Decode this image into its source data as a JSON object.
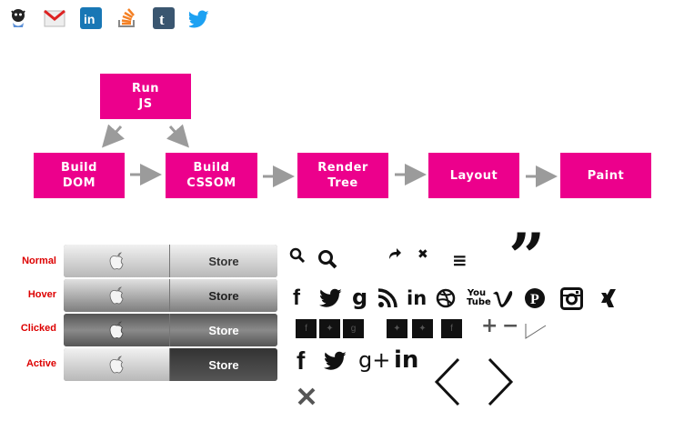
{
  "social_icons": [
    "github-icon",
    "gmail-icon",
    "linkedin-icon",
    "stackoverflow-icon",
    "tumblr-icon",
    "twitter-icon"
  ],
  "flowchart": {
    "nodes": {
      "run_js": "Run\nJS",
      "build_dom": "Build\nDOM",
      "build_cssom": "Build\nCSSOM",
      "render_tree": "Render\nTree",
      "layout": "Layout",
      "paint": "Paint"
    },
    "node_color": "#ec008c",
    "arrow_color": "#999999"
  },
  "store_buttons": {
    "states": [
      "Normal",
      "Hover",
      "Clicked",
      "Active"
    ],
    "label": "Store",
    "state_label_color": "#dd0000"
  },
  "glyphs": {
    "search_small": "⚲",
    "share_arrow": "↪",
    "close_small": "✖",
    "menu": "≡",
    "quote": "”",
    "plus": "+",
    "minus": "−",
    "close_large": "✕",
    "chev_left": "‹",
    "chev_right": "›"
  },
  "social_row": {
    "facebook": "f",
    "google": "g",
    "linkedin": "in",
    "youtube_top": "You",
    "youtube_bottom": "Tube",
    "vimeo": "v",
    "pinterest": "P",
    "xing": "✕"
  },
  "square_icons": [
    "f",
    "✦",
    "g",
    "✦",
    "✦",
    "f"
  ],
  "large_social": {
    "facebook": "f",
    "googleplus": "g+",
    "linkedin": "in"
  }
}
